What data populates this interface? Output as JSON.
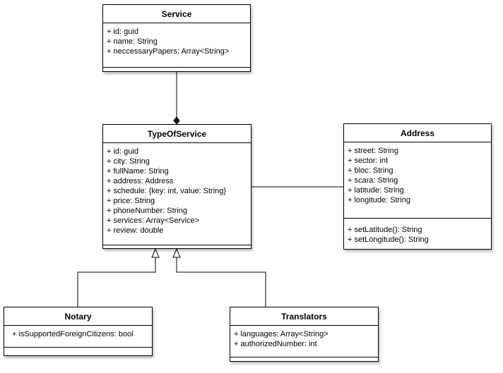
{
  "classes": {
    "service": {
      "name": "Service",
      "attributes": [
        "+ id: guid",
        "+ name: String",
        "+ neccessaryPapers: Array<String>"
      ],
      "operations": []
    },
    "type_of_service": {
      "name": "TypeOfService",
      "attributes": [
        "+ id: guid",
        "+ city: String",
        "+ fullName: String",
        "+ address: Address",
        "+ schedule: {key: int, value: String}",
        "+ price: String",
        "+ phoneNumber: String",
        "+ services: Array<Service>",
        "+ review: double"
      ],
      "operations": []
    },
    "address": {
      "name": "Address",
      "attributes": [
        "+ street: String",
        "+ sector: int",
        "+ bloc: String",
        "+ scara: String",
        "+ latitude: String",
        "+ longitude: String"
      ],
      "operations": [
        "+ setLatitude(): String",
        "+ setLongitude(): String"
      ]
    },
    "notary": {
      "name": "Notary",
      "attributes": [
        "+ isSupportedForeignCitizens: bool"
      ],
      "operations": []
    },
    "translators": {
      "name": "Translators",
      "attributes": [
        "+ languages: Array<String>",
        "+ authorizedNumber: int"
      ],
      "operations": []
    }
  },
  "relations": [
    {
      "type": "composition",
      "from": "Service",
      "to": "TypeOfService"
    },
    {
      "type": "association",
      "from": "TypeOfService",
      "to": "Address"
    },
    {
      "type": "generalization",
      "from": "Notary",
      "to": "TypeOfService"
    },
    {
      "type": "generalization",
      "from": "Translators",
      "to": "TypeOfService"
    }
  ],
  "colors": {
    "line": "#000000",
    "fill": "#ffffff",
    "text": "#000000"
  }
}
